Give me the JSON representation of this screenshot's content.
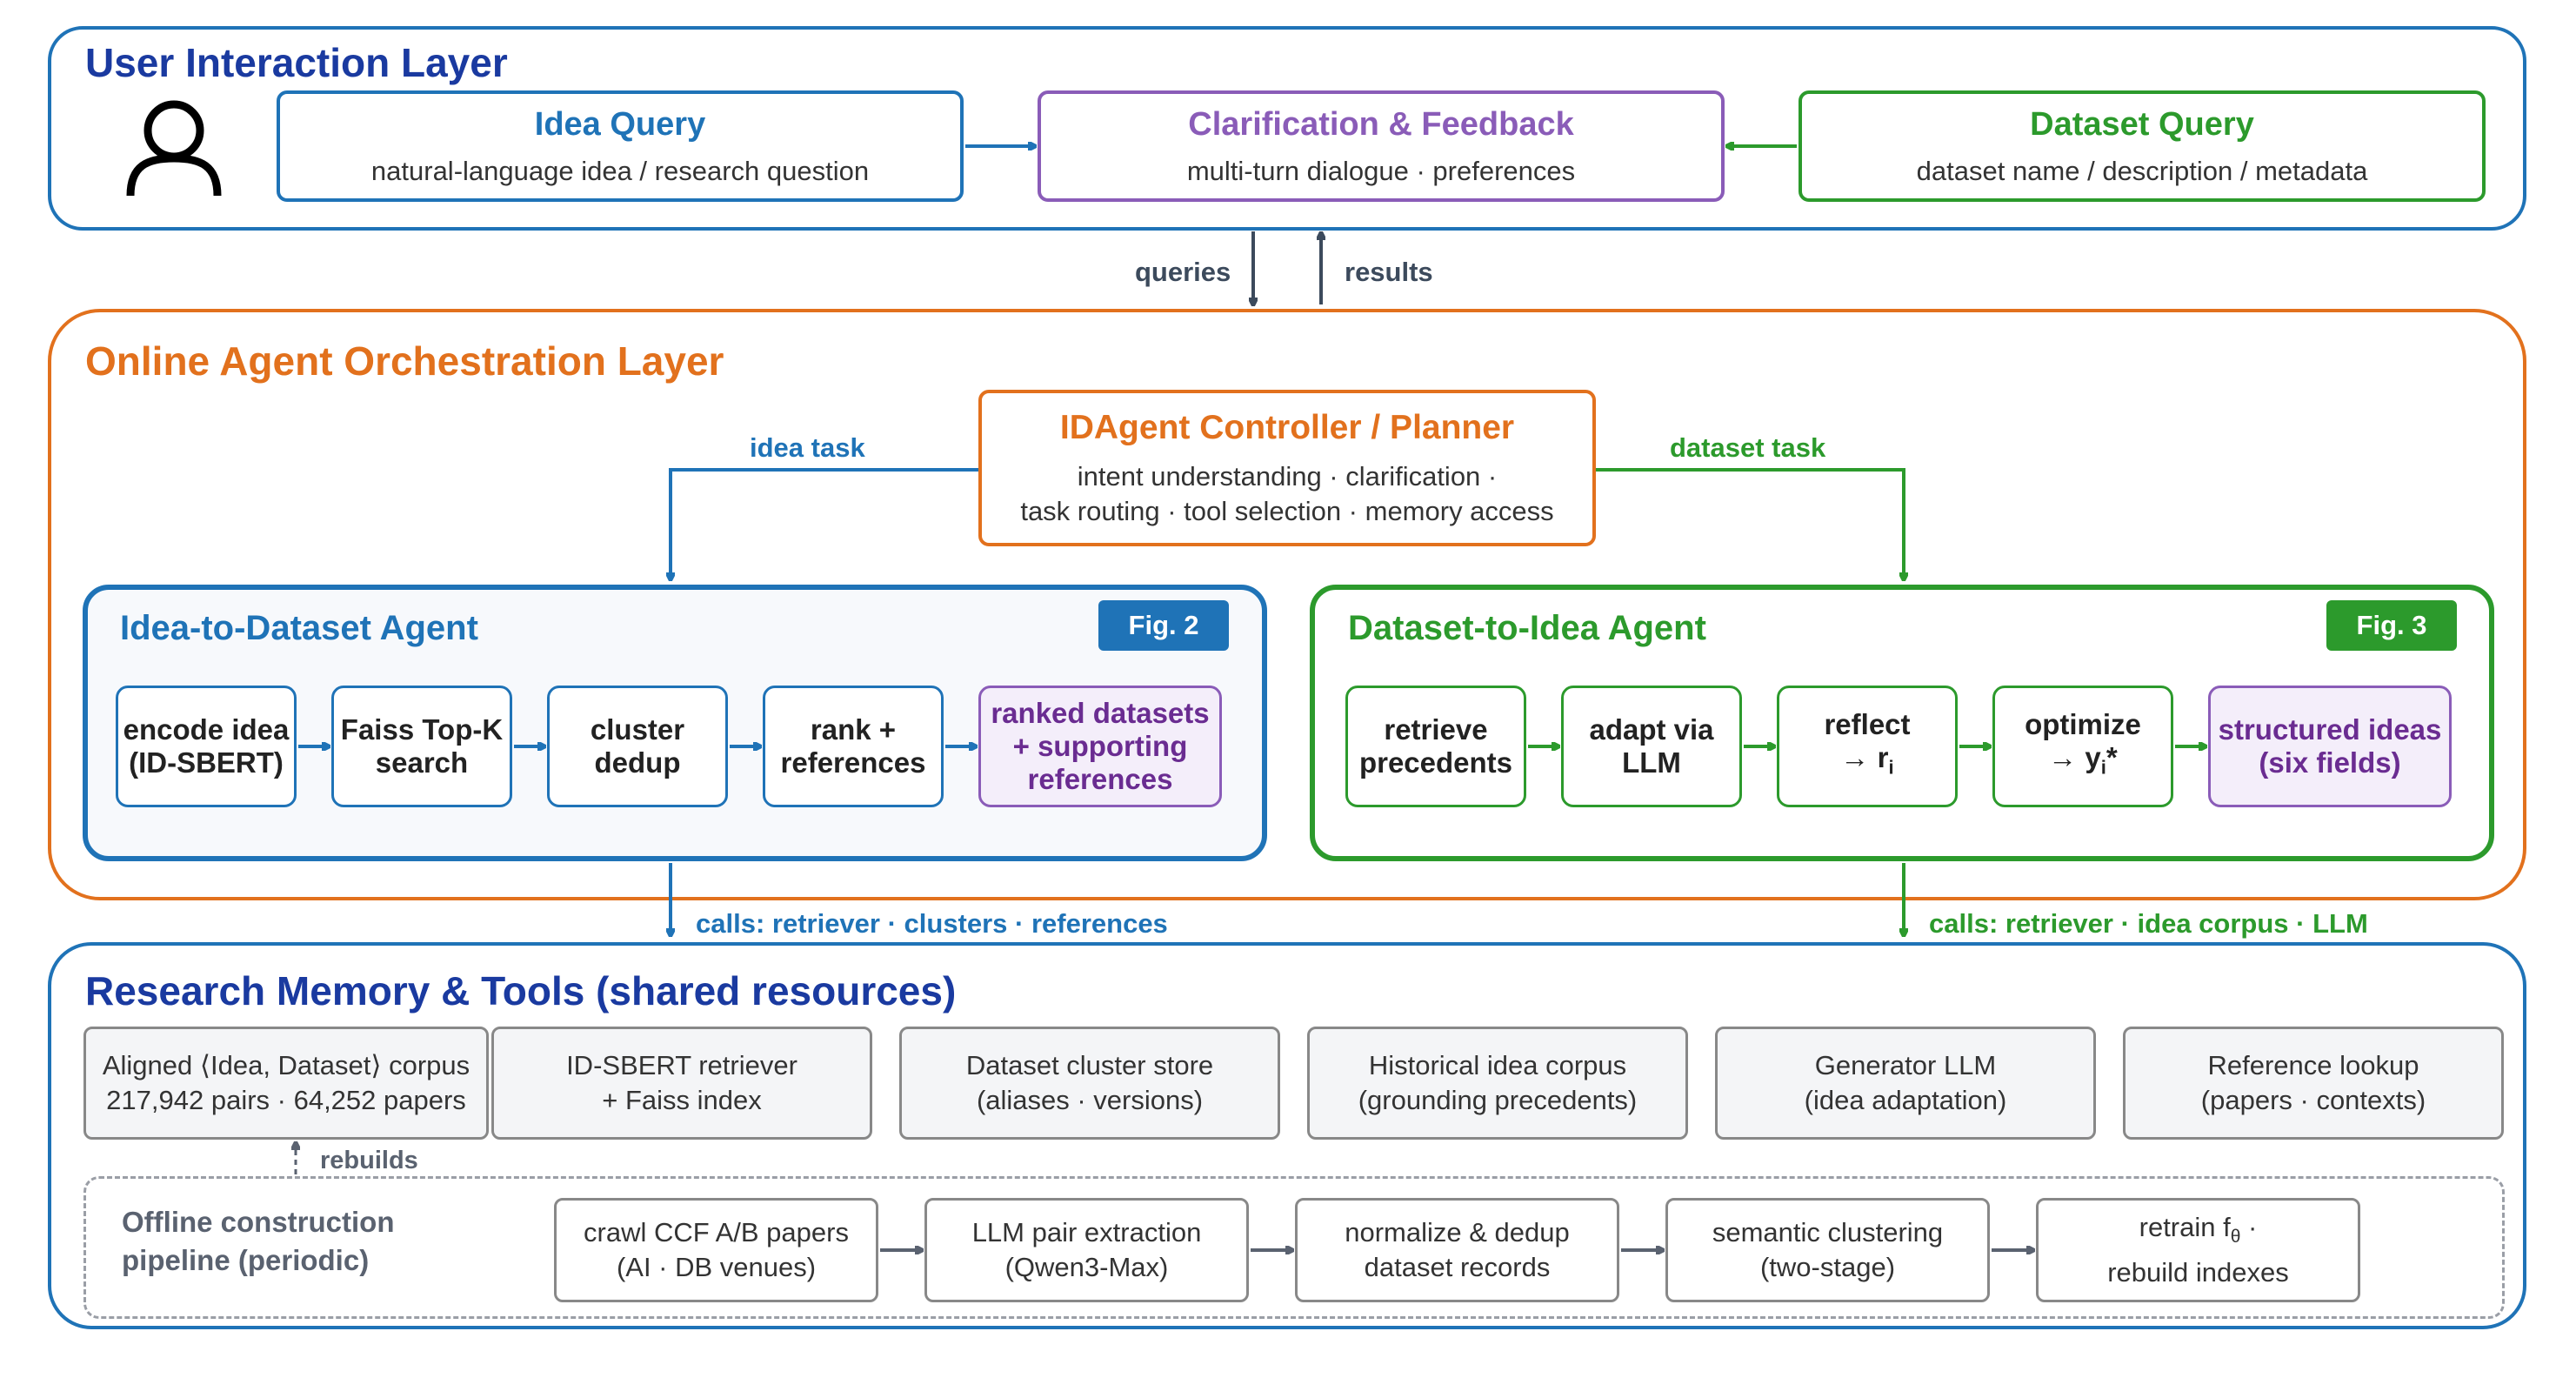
{
  "user_layer": {
    "title": "User Interaction Layer",
    "idea_query": {
      "title": "Idea Query",
      "subtitle": "natural-language idea / research question"
    },
    "clarification": {
      "title": "Clarification & Feedback",
      "subtitle": "multi-turn dialogue · preferences"
    },
    "dataset_query": {
      "title": "Dataset Query",
      "subtitle": "dataset name / description / metadata"
    }
  },
  "flow_labels": {
    "queries": "queries",
    "results": "results"
  },
  "orchestration_layer": {
    "title": "Online Agent Orchestration Layer",
    "controller": {
      "title": "IDAgent Controller / Planner",
      "line1": "intent understanding · clarification ·",
      "line2": "task routing · tool selection · memory access"
    },
    "idea_task": "idea task",
    "dataset_task": "dataset task",
    "idea_agent": {
      "title": "Idea-to-Dataset Agent",
      "fig": "Fig. 2",
      "steps": [
        {
          "line1": "encode idea",
          "line2": "(ID-SBERT)"
        },
        {
          "line1": "Faiss Top-K",
          "line2": "search"
        },
        {
          "line1": "cluster",
          "line2": "dedup"
        },
        {
          "line1": "rank +",
          "line2": "references"
        }
      ],
      "output": {
        "line1": "ranked datasets",
        "line2": "+ supporting",
        "line3": "references"
      }
    },
    "dataset_agent": {
      "title": "Dataset-to-Idea Agent",
      "fig": "Fig. 3",
      "steps": [
        {
          "line1": "retrieve",
          "line2": "precedents"
        },
        {
          "line1": "adapt via",
          "line2": "LLM"
        },
        {
          "line1": "reflect",
          "line2": "→ r",
          "sub": "i",
          "sup": ""
        },
        {
          "line1": "optimize",
          "line2": "→ y",
          "sub": "i",
          "sup": "*"
        }
      ],
      "output": {
        "line1": "structured ideas",
        "line2": "(six fields)"
      }
    },
    "calls_left": "calls: retriever · clusters · references",
    "calls_right": "calls: retriever · idea corpus · LLM"
  },
  "memory_layer": {
    "title": "Research Memory & Tools (shared resources)",
    "resources": [
      {
        "line1": "Aligned ⟨Idea, Dataset⟩ corpus",
        "line2": "217,942 pairs · 64,252 papers"
      },
      {
        "line1": "ID-SBERT retriever",
        "line2": "+ Faiss index"
      },
      {
        "line1": "Dataset cluster store",
        "line2": "(aliases · versions)"
      },
      {
        "line1": "Historical idea corpus",
        "line2": "(grounding precedents)"
      },
      {
        "line1": "Generator LLM",
        "line2": "(idea adaptation)"
      },
      {
        "line1": "Reference lookup",
        "line2": "(papers · contexts)"
      }
    ],
    "rebuilds": "rebuilds",
    "offline": {
      "title_line1": "Offline construction",
      "title_line2": "pipeline (periodic)",
      "steps": [
        {
          "line1": "crawl CCF A/B papers",
          "line2": "(AI · DB venues)"
        },
        {
          "line1": "LLM pair extraction",
          "line2": "(Qwen3-Max)"
        },
        {
          "line1": "normalize & dedup",
          "line2": "dataset records"
        },
        {
          "line1": "semantic clustering",
          "line2": "(two-stage)"
        },
        {
          "line1": "retrain f",
          "sub": "θ",
          "line1_tail": " ·",
          "line2": "rebuild indexes"
        }
      ]
    }
  },
  "colors": {
    "blue_title": "#1a3aa0",
    "blue": "#1f73b7",
    "orange": "#e2711d",
    "green": "#2c9a2c",
    "purple": "#8a5cb8",
    "purple_text": "#6a2c91",
    "gray": "#8a8f96",
    "dark": "#3c4a5c"
  }
}
